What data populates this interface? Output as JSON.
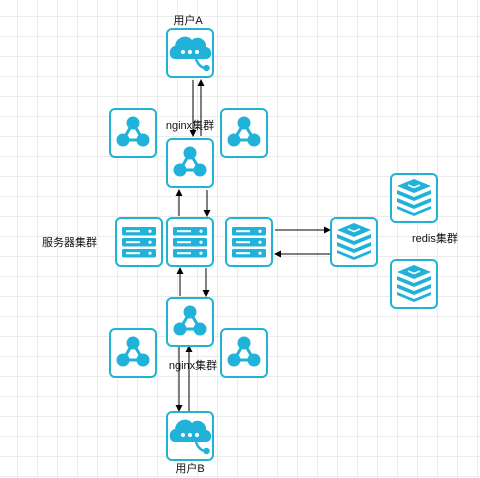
{
  "labels": {
    "user_a": "用户A",
    "user_b": "用户B",
    "nginx_top": "nginx集群",
    "nginx_bottom": "nginx集群",
    "server_cluster": "服务器集群",
    "redis_cluster": "redis集群"
  },
  "icons": {
    "user": "chat-bubble-icon",
    "nginx": "load-balancer-icon",
    "server": "server-rack-icon",
    "redis": "redis-stack-icon"
  },
  "colors": {
    "accent": "#20b2d8",
    "tile_border": "#21b4d2",
    "edge": "#000000",
    "grid": "#ebebeb"
  }
}
